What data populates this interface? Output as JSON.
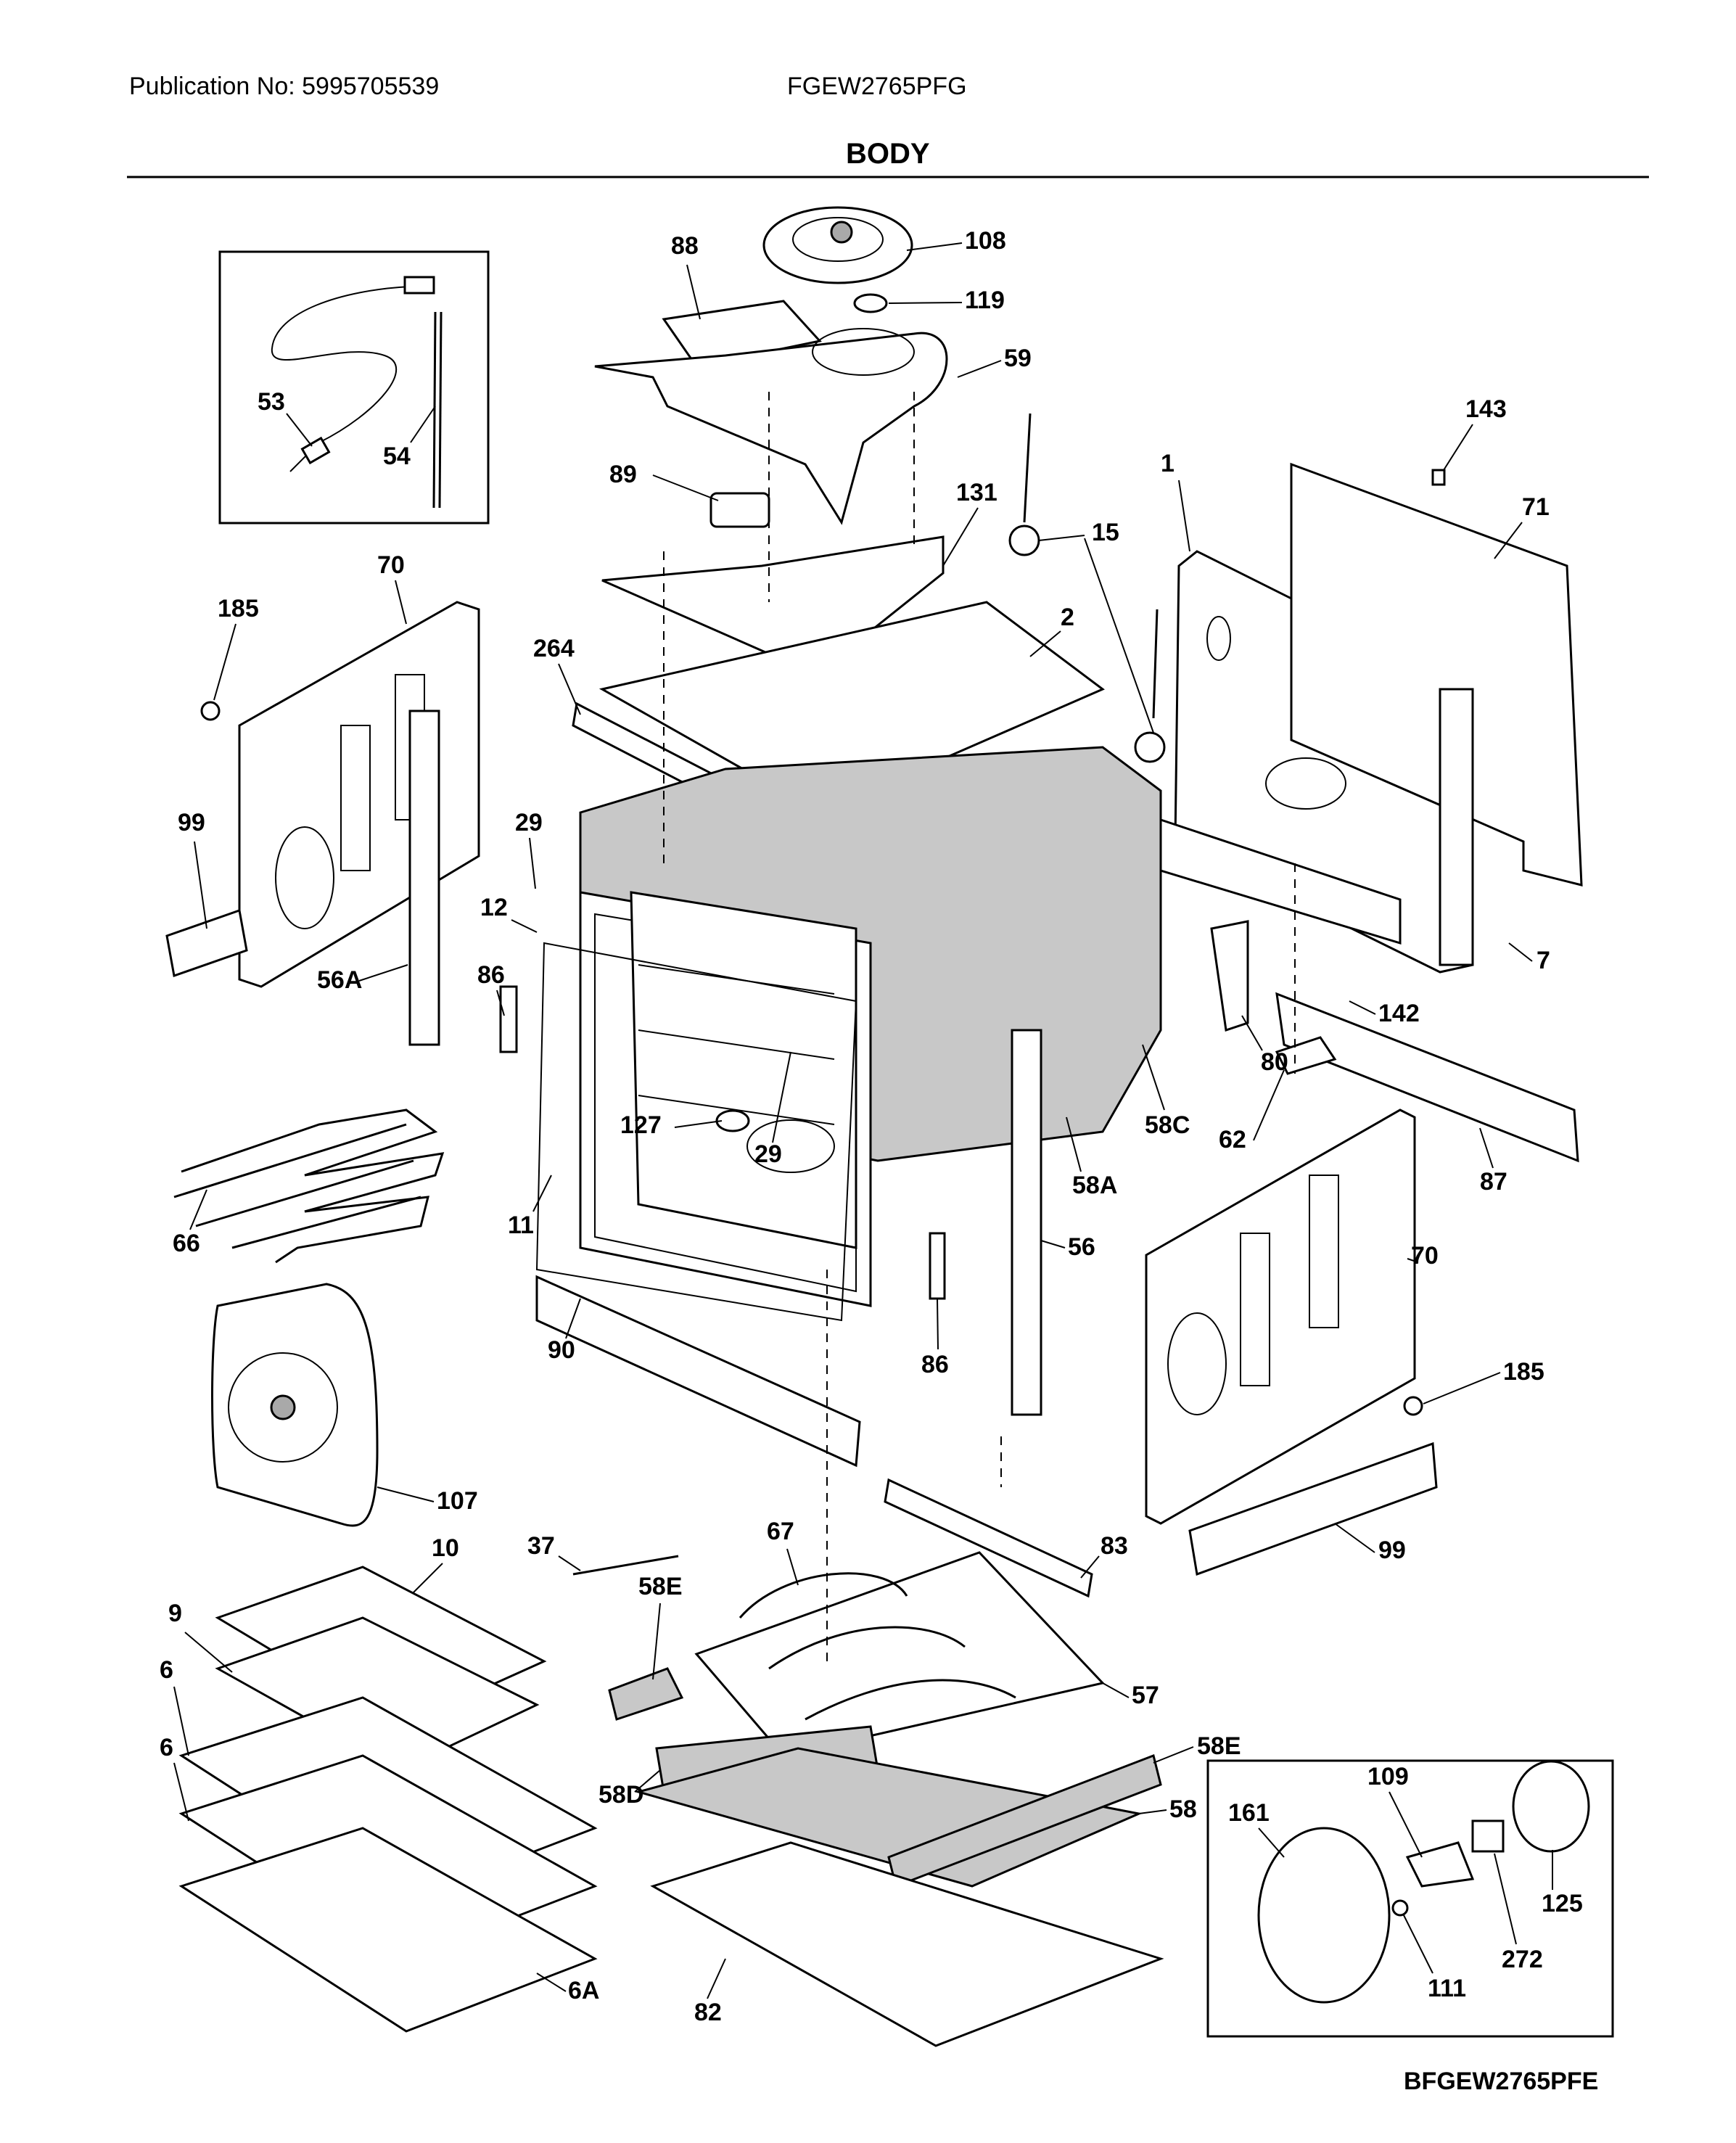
{
  "header": {
    "publication": "Publication No: 5995705539",
    "model": "FGEW2765PFG",
    "section_title": "BODY",
    "diagram_code": "BFGEW2765PFE"
  },
  "callouts": [
    "88",
    "108",
    "119",
    "59",
    "53",
    "54",
    "89",
    "131",
    "15",
    "143",
    "1",
    "71",
    "185",
    "70",
    "264",
    "2",
    "99",
    "29",
    "12",
    "56A",
    "86",
    "7",
    "142",
    "80",
    "127",
    "29",
    "58C",
    "62",
    "87",
    "66",
    "11",
    "58A",
    "56",
    "70",
    "90",
    "86",
    "185",
    "107",
    "10",
    "37",
    "67",
    "83",
    "99",
    "9",
    "58E",
    "6",
    "57",
    "58E",
    "6",
    "58D",
    "58",
    "109",
    "161",
    "125",
    "111",
    "272",
    "6A",
    "82"
  ]
}
